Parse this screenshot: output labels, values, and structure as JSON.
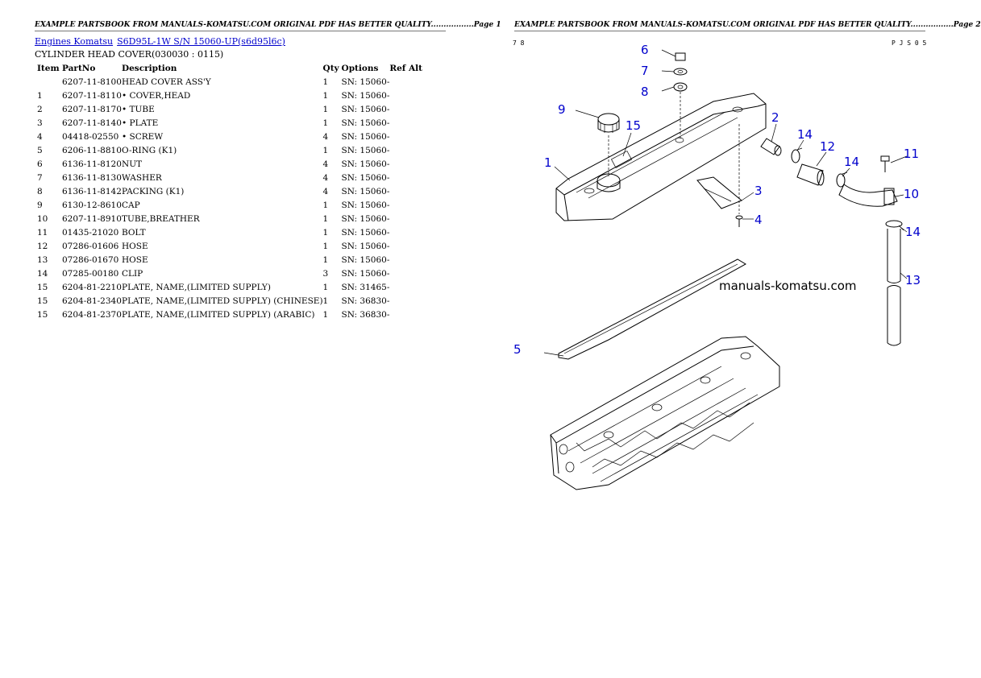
{
  "page1": {
    "header": "EXAMPLE PARTSBOOK FROM MANUALS-KOMATSU.COM ORIGINAL PDF HAS BETTER QUALITY.................Page 1",
    "breadcrumb": [
      "Engines Komatsu",
      "S6D95L-1W S/N 15060-UP(s6d95l6c)"
    ],
    "section_title": "CYLINDER HEAD COVER(030030 : 0115)",
    "table": {
      "columns": [
        "Item",
        "PartNo",
        "Description",
        "Qty",
        "Options",
        "Ref Alt"
      ],
      "rows": [
        [
          "",
          "6207-11-8100",
          "HEAD COVER ASS'Y",
          "1",
          "SN: 15060-",
          ""
        ],
        [
          "1",
          "6207-11-8110",
          "• COVER,HEAD",
          "1",
          "SN: 15060-",
          ""
        ],
        [
          "2",
          "6207-11-8170",
          "• TUBE",
          "1",
          "SN: 15060-",
          ""
        ],
        [
          "3",
          "6207-11-8140",
          "• PLATE",
          "1",
          "SN: 15060-",
          ""
        ],
        [
          "4",
          "04418-02550",
          " • SCREW",
          "4",
          "SN: 15060-",
          ""
        ],
        [
          "5",
          "6206-11-8810",
          "O-RING (K1)",
          "1",
          "SN: 15060-",
          ""
        ],
        [
          "6",
          "6136-11-8120",
          "NUT",
          "4",
          "SN: 15060-",
          ""
        ],
        [
          "7",
          "6136-11-8130",
          "WASHER",
          "4",
          "SN: 15060-",
          ""
        ],
        [
          "8",
          "6136-11-8142",
          "PACKING (K1)",
          "4",
          "SN: 15060-",
          ""
        ],
        [
          "9",
          "6130-12-8610",
          "CAP",
          "1",
          "SN: 15060-",
          ""
        ],
        [
          "10",
          "6207-11-8910",
          "TUBE,BREATHER",
          "1",
          "SN: 15060-",
          ""
        ],
        [
          "11",
          "01435-21020",
          " BOLT",
          "1",
          "SN: 15060-",
          ""
        ],
        [
          "12",
          "07286-01606",
          " HOSE",
          "1",
          "SN: 15060-",
          ""
        ],
        [
          "13",
          "07286-01670",
          " HOSE",
          "1",
          "SN: 15060-",
          ""
        ],
        [
          "14",
          "07285-00180",
          " CLIP",
          "3",
          "SN: 15060-",
          ""
        ],
        [
          "15",
          "6204-81-2210",
          "PLATE, NAME,(LIMITED SUPPLY)",
          "1",
          "SN: 31465-",
          ""
        ],
        [
          "15",
          "6204-81-2340",
          "PLATE, NAME,(LIMITED SUPPLY) (CHINESE)",
          "1",
          "SN: 36830-",
          ""
        ],
        [
          "15",
          "6204-81-2370",
          "PLATE, NAME,(LIMITED SUPPLY) (ARABIC)",
          "1",
          "SN: 36830-",
          ""
        ]
      ]
    }
  },
  "page2": {
    "header": "EXAMPLE PARTSBOOK FROM MANUALS-KOMATSU.COM ORIGINAL PDF HAS BETTER QUALITY.................Page 2",
    "drawing_code_left": "7 8",
    "drawing_code_right": "P J S 0 5",
    "watermark": "manuals-komatsu.com",
    "callouts": [
      "6",
      "7",
      "8",
      "9",
      "15",
      "1",
      "2",
      "14",
      "12",
      "14",
      "11",
      "10",
      "3",
      "4",
      "14",
      "13",
      "5"
    ],
    "colors": {
      "callout": "#0000cc",
      "link": "#0000cc"
    }
  }
}
